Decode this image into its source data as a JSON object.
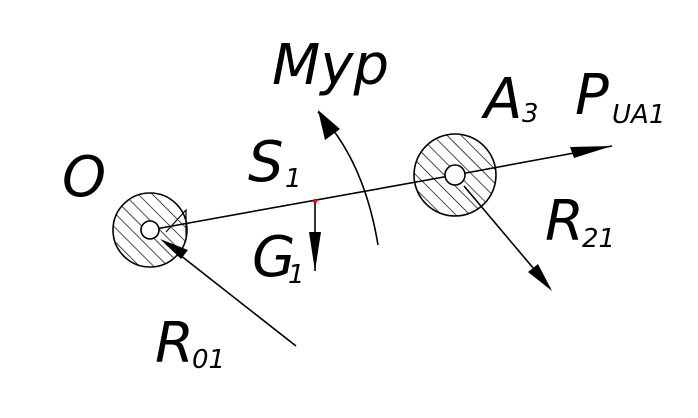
{
  "labels": {
    "O": "O",
    "Myp": "Myp",
    "A": "A",
    "A_sub": "3",
    "P": "P",
    "P_sub": "UA1",
    "S": "S",
    "S_sub": "1",
    "G": "G",
    "G_sub": "1",
    "R21": "R",
    "R21_sub": "21",
    "R01": "R",
    "R01_sub": "01"
  },
  "colors": {
    "stroke": "#000000",
    "center_of_mass_mark": "#ff0000"
  }
}
